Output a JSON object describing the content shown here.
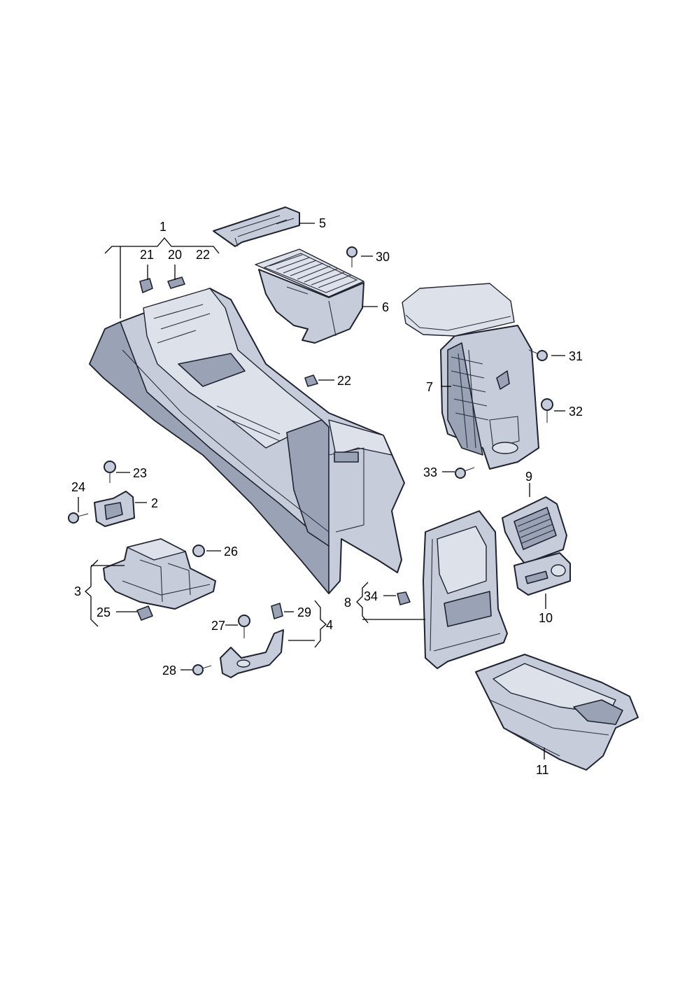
{
  "callouts": {
    "c1": "1",
    "c2": "2",
    "c3": "3",
    "c4": "4",
    "c5": "5",
    "c6": "6",
    "c7": "7",
    "c8": "8",
    "c9": "9",
    "c10": "10",
    "c11": "11",
    "c20": "20",
    "c21": "21",
    "c22a": "22",
    "c22b": "22",
    "c23": "23",
    "c24": "24",
    "c25": "25",
    "c26": "26",
    "c27": "27",
    "c28": "28",
    "c29": "29",
    "c30": "30",
    "c31": "31",
    "c32": "32",
    "c33": "33",
    "c34": "34"
  },
  "colors": {
    "part_fill": "#c6ccd9",
    "part_shade": "#9aa3b6",
    "outline": "#1f2230",
    "background": "#ffffff"
  }
}
